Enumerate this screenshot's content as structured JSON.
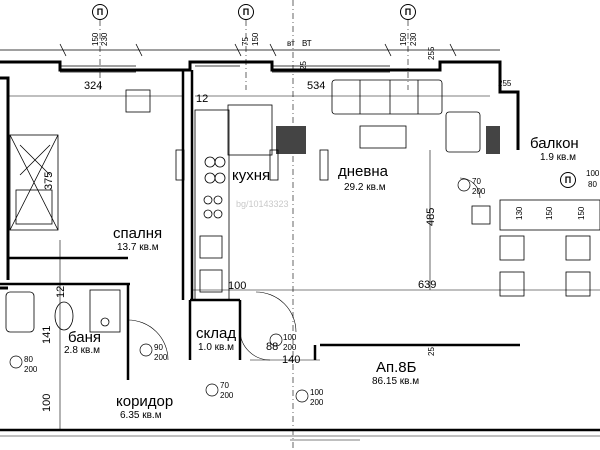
{
  "rooms": {
    "bedroom": {
      "name": "спалня",
      "area": "13.7 кв.м"
    },
    "kitchen": {
      "name": "кухня"
    },
    "living": {
      "name": "дневна",
      "area": "29.2 кв.м"
    },
    "balcony": {
      "name": "балкон",
      "area": "1.9 кв.м"
    },
    "bathroom": {
      "name": "баня",
      "area": "2.8 кв.м"
    },
    "storage": {
      "name": "склад",
      "area": "1.0 кв.м"
    },
    "corridor": {
      "name": "коридор",
      "area": "6.35 кв.м"
    }
  },
  "apartment": {
    "name": "Ап.8Б",
    "area": "86.15 кв.м"
  },
  "axis_markers": [
    "П",
    "П",
    "П",
    "П"
  ],
  "top_window_dims": [
    "150",
    "230",
    "75",
    "150",
    "150",
    "230"
  ],
  "dimensions": {
    "bedroom_width": "324",
    "bedroom_depth": "375",
    "kitchen_offset": "12",
    "living_width": "534",
    "living_depth": "485",
    "living_length": "639",
    "corridor_seg": "100",
    "bath_h1": "141",
    "bath_h2": "12",
    "corridor_h": "100",
    "storage_w": "88",
    "storage_w2": "140",
    "balcony_seg": "255",
    "balcony_seg2": "255",
    "right_small": "25",
    "right_small2": "25",
    "balcony_w1": "130",
    "balcony_w2": "150",
    "balcony_w3": "150"
  },
  "doors": [
    {
      "w": "80",
      "h": "200"
    },
    {
      "w": "90",
      "h": "200"
    },
    {
      "w": "100",
      "h": "200"
    },
    {
      "w": "70",
      "h": "200"
    },
    {
      "w": "100",
      "h": "200"
    },
    {
      "w": "70",
      "h": "200"
    }
  ],
  "vent_label": "вт",
  "vent_label2": "ВТ",
  "watermark": "bg/10143323",
  "balcony_door": {
    "w": "100",
    "h": "80"
  }
}
